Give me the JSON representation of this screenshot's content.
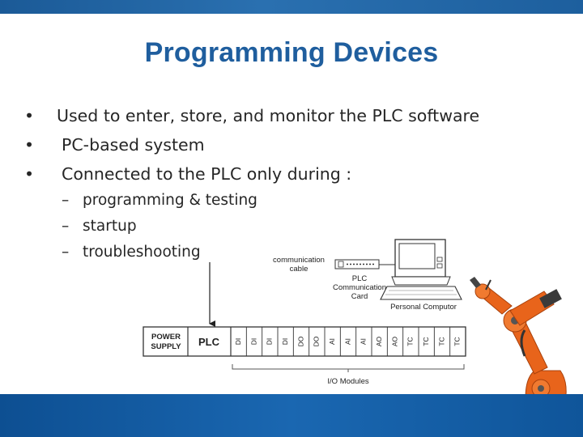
{
  "slide": {
    "title": "Programming Devices",
    "bullets": [
      {
        "marker": "•",
        "text": "Used to enter, store, and monitor the PLC software"
      },
      {
        "marker": "•",
        "text": "PC-based system"
      },
      {
        "marker": "•",
        "text": "Connected to the PLC only during :"
      }
    ],
    "sub_bullets": [
      {
        "marker": "–",
        "text": "programming & testing"
      },
      {
        "marker": "–",
        "text": "startup"
      },
      {
        "marker": "–",
        "text": "troubleshooting"
      }
    ]
  },
  "diagram": {
    "cable_label_line1": "communication",
    "cable_label_line2": "cable",
    "card_label_line1": "PLC",
    "card_label_line2": "Communication",
    "card_label_line3": "Card",
    "computer_label": "Personal Computor",
    "power_supply_line1": "POWER",
    "power_supply_line2": "SUPPLY",
    "plc_label": "PLC",
    "modules": [
      "DI",
      "DI",
      "DI",
      "DI",
      "DO",
      "DO",
      "AI",
      "AI",
      "AI",
      "AO",
      "AO",
      "TC",
      "TC",
      "TC",
      "TC"
    ],
    "io_label": "I/O Modules"
  },
  "colors": {
    "title": "#1f5e9e",
    "bar_blue": "#1a63ab",
    "robot_orange": "#e8641b"
  },
  "icons": [
    "robot-arm-illustration",
    "computer-illustration",
    "arrow-icon"
  ]
}
